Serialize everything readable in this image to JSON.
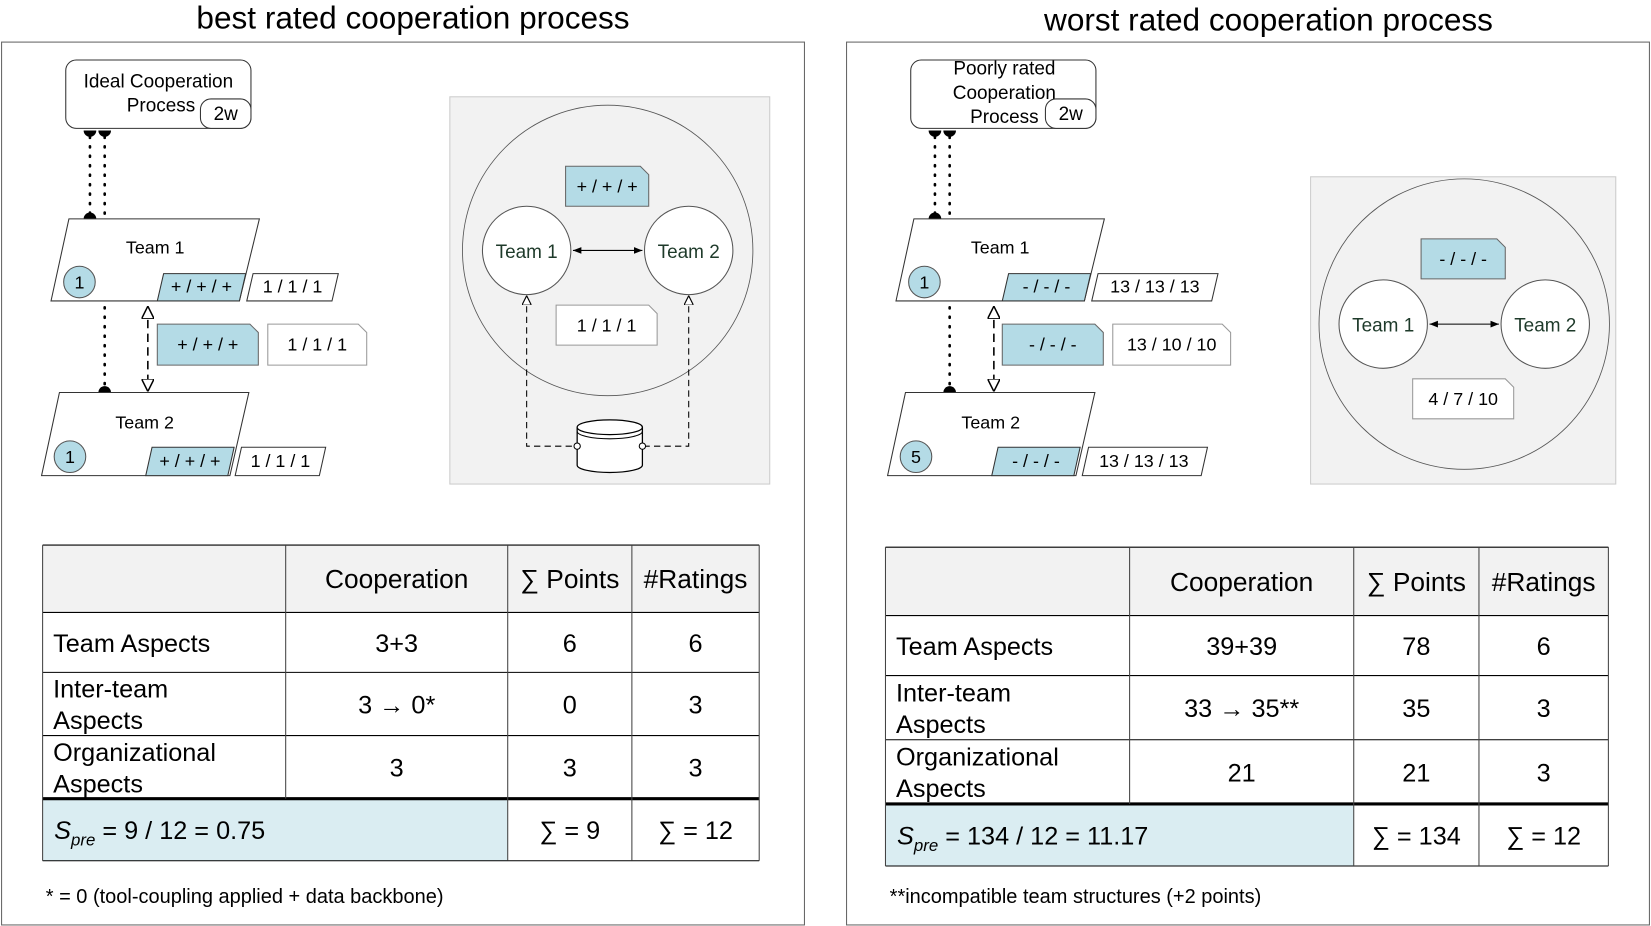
{
  "colors": {
    "note_blue": "#b4dbe6",
    "summary_fill": "#daedf2",
    "header_fill": "#f2f2f2",
    "gray_box": "#f2f2f2",
    "circle_text": "#1e3a2a"
  },
  "panels": [
    {
      "title": "best rated cooperation process",
      "process": {
        "lines": [
          "Ideal Cooperation",
          "Process"
        ],
        "duration": "2w"
      },
      "team1": {
        "name": "Team 1",
        "count": "1",
        "rating": "+ / + / +",
        "points": "1 / 1 / 1"
      },
      "team2": {
        "name": "Team 2",
        "count": "1",
        "rating": "+ / + / +",
        "points": "1 / 1 / 1"
      },
      "interteam": {
        "rating": "+ / + / +",
        "points": "1 / 1 / 1"
      },
      "overview": {
        "team1": "Team 1",
        "team2": "Team 2",
        "rating": "+ / + / +",
        "points": "1 / 1 / 1",
        "database_icon": "database-icon"
      },
      "table": {
        "headers": [
          "",
          "Cooperation",
          "∑ Points",
          "#Ratings"
        ],
        "rows": [
          {
            "label": [
              "Team Aspects"
            ],
            "cooperation": "3+3",
            "points": "6",
            "ratings": "6"
          },
          {
            "label": [
              "Inter-team",
              "Aspects"
            ],
            "cooperation": "3 → 0*",
            "points": "0",
            "ratings": "3"
          },
          {
            "label": [
              "Organizational",
              "Aspects"
            ],
            "cooperation": "3",
            "points": "3",
            "ratings": "3"
          }
        ],
        "summary": {
          "s": "S",
          "sub": "pre",
          "rest": " = 9 / 12 = 0.75",
          "points": "∑ = 9",
          "ratings": "∑ = 12"
        }
      },
      "footnote": "* = 0 (tool-coupling applied + data backbone)"
    },
    {
      "title": "worst rated cooperation process",
      "process": {
        "lines": [
          "Poorly rated",
          "Cooperation",
          "Process"
        ],
        "duration": "2w"
      },
      "team1": {
        "name": "Team 1",
        "count": "1",
        "rating": "- / - / -",
        "points": "13 / 13 / 13"
      },
      "team2": {
        "name": "Team 2",
        "count": "5",
        "rating": "- / - / -",
        "points": "13 / 13 / 13"
      },
      "interteam": {
        "rating": "- / - / -",
        "points": "13 / 10 / 10"
      },
      "overview": {
        "team1": "Team 1",
        "team2": "Team 2",
        "rating": "- / - / -",
        "points": "4 / 7 / 10"
      },
      "table": {
        "headers": [
          "",
          "Cooperation",
          "∑ Points",
          "#Ratings"
        ],
        "rows": [
          {
            "label": [
              "Team Aspects"
            ],
            "cooperation": "39+39",
            "points": "78",
            "ratings": "6"
          },
          {
            "label": [
              "Inter-team",
              "Aspects"
            ],
            "cooperation": "33 → 35**",
            "points": "35",
            "ratings": "3"
          },
          {
            "label": [
              "Organizational",
              "Aspects"
            ],
            "cooperation": "21",
            "points": "21",
            "ratings": "3"
          }
        ],
        "summary": {
          "s": "S",
          "sub": "pre",
          "rest": " = 134 / 12 = 11.17",
          "points": "∑ = 134",
          "ratings": "∑ = 12"
        }
      },
      "footnote": "**incompatible team structures (+2 points)"
    }
  ]
}
